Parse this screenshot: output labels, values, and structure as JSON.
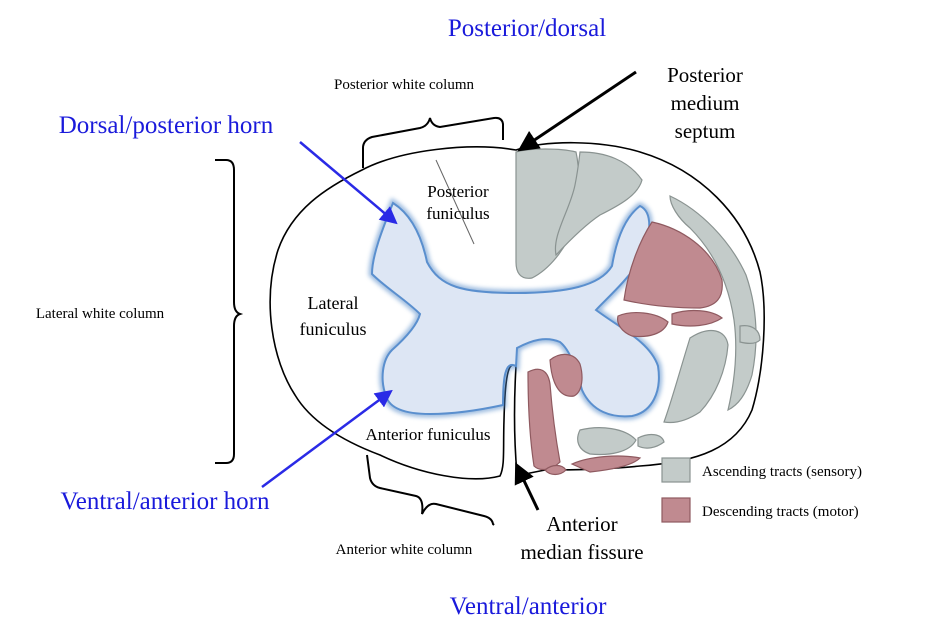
{
  "orientation": {
    "top": "Posterior/dorsal",
    "bottom": "Ventral/anterior"
  },
  "horns": {
    "dorsal": "Dorsal/posterior horn",
    "ventral": "Ventral/anterior horn"
  },
  "columns": {
    "posterior": "Posterior white column",
    "lateral": "Lateral white column",
    "anterior": "Anterior white column"
  },
  "funiculi": {
    "posterior_line1": "Posterior",
    "posterior_line2": "funiculus",
    "lateral_line1": "Lateral",
    "lateral_line2": "funiculus",
    "anterior": "Anterior funiculus"
  },
  "septum": {
    "line1": "Posterior",
    "line2": "medium",
    "line3": "septum"
  },
  "fissure": {
    "line1": "Anterior",
    "line2": "median fissure"
  },
  "legend": {
    "ascending": "Ascending tracts (sensory)",
    "descending": "Descending tracts (motor)"
  },
  "colors": {
    "orientation_text": "#1a1adb",
    "arrow_blue": "#2a2ae6",
    "grey_matter": "#dde6f4",
    "grey_matter_glow": "#4f86c6",
    "ascending_fill": "#c3cbc9",
    "ascending_stroke": "#8a9391",
    "descending_fill": "#c08a90",
    "descending_stroke": "#8f5a60"
  }
}
